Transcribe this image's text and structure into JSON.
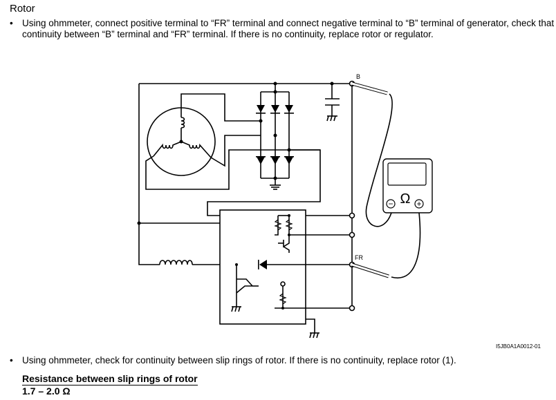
{
  "title": "Rotor",
  "bullets": [
    {
      "symbol": "•",
      "text": "Using ohmmeter, connect positive terminal to “FR” terminal and connect negative terminal to “B” terminal of generator, check that continuity between “B” terminal and “FR” terminal. If there is no continuity, replace rotor or regulator."
    },
    {
      "symbol": "•",
      "text": "Using ohmmeter, check for continuity between slip rings of rotor. If there is no continuity, replace rotor (1)."
    }
  ],
  "diagram": {
    "terminal_b_label": "B",
    "terminal_fr_label": "FR",
    "meter_symbol": "Ω",
    "meter_minus": "−",
    "meter_plus": "+",
    "figure_id": "I5JB0A1A0012-01"
  },
  "spec": {
    "heading": "Resistance between slip rings of rotor",
    "value": "1.7 – 2.0 Ω"
  }
}
